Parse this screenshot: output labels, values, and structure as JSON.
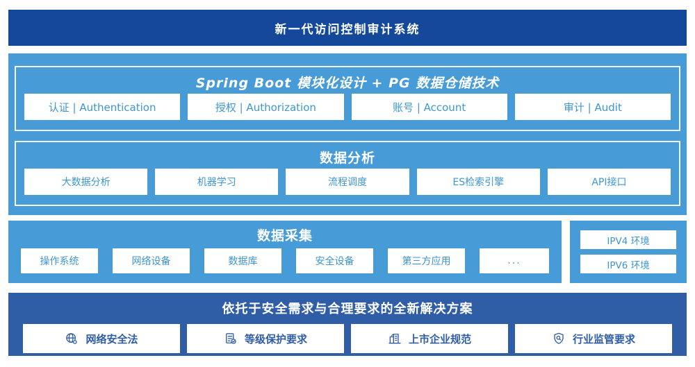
{
  "banner": {
    "title": "新一代访问控制审计系统"
  },
  "platform": {
    "title": "Spring Boot 模块化设计 + PG 数据仓储技术",
    "modules": [
      "认证 | Authentication",
      "授权 | Authorization",
      "账号 | Account",
      "审计 | Audit"
    ],
    "analysis": {
      "title": "数据分析",
      "items": [
        "大数据分析",
        "机器学习",
        "流程调度",
        "ES检索引擎",
        "API接口"
      ]
    }
  },
  "collection": {
    "title": "数据采集",
    "items": [
      "操作系统",
      "网络设备",
      "数据库",
      "安全设备",
      "第三方应用",
      "..."
    ]
  },
  "network": {
    "items": [
      "IPV4 环境",
      "IPV6 环境"
    ]
  },
  "solution": {
    "title": "依托于安全需求与合理要求的全新解决方案",
    "items": [
      {
        "icon": "globe-icon",
        "label": "网络安全法"
      },
      {
        "icon": "document-check-icon",
        "label": "等级保护要求"
      },
      {
        "icon": "building-icon",
        "label": "上市企业规范"
      },
      {
        "icon": "shield-search-icon",
        "label": "行业监管要求"
      }
    ]
  },
  "colors": {
    "banner_bg": "#14489B",
    "section_light_blue": "#479CD7",
    "section_mid_blue": "#2F5EA6",
    "box_text_blue": "#3E96D2",
    "white": "#FFFFFF"
  }
}
